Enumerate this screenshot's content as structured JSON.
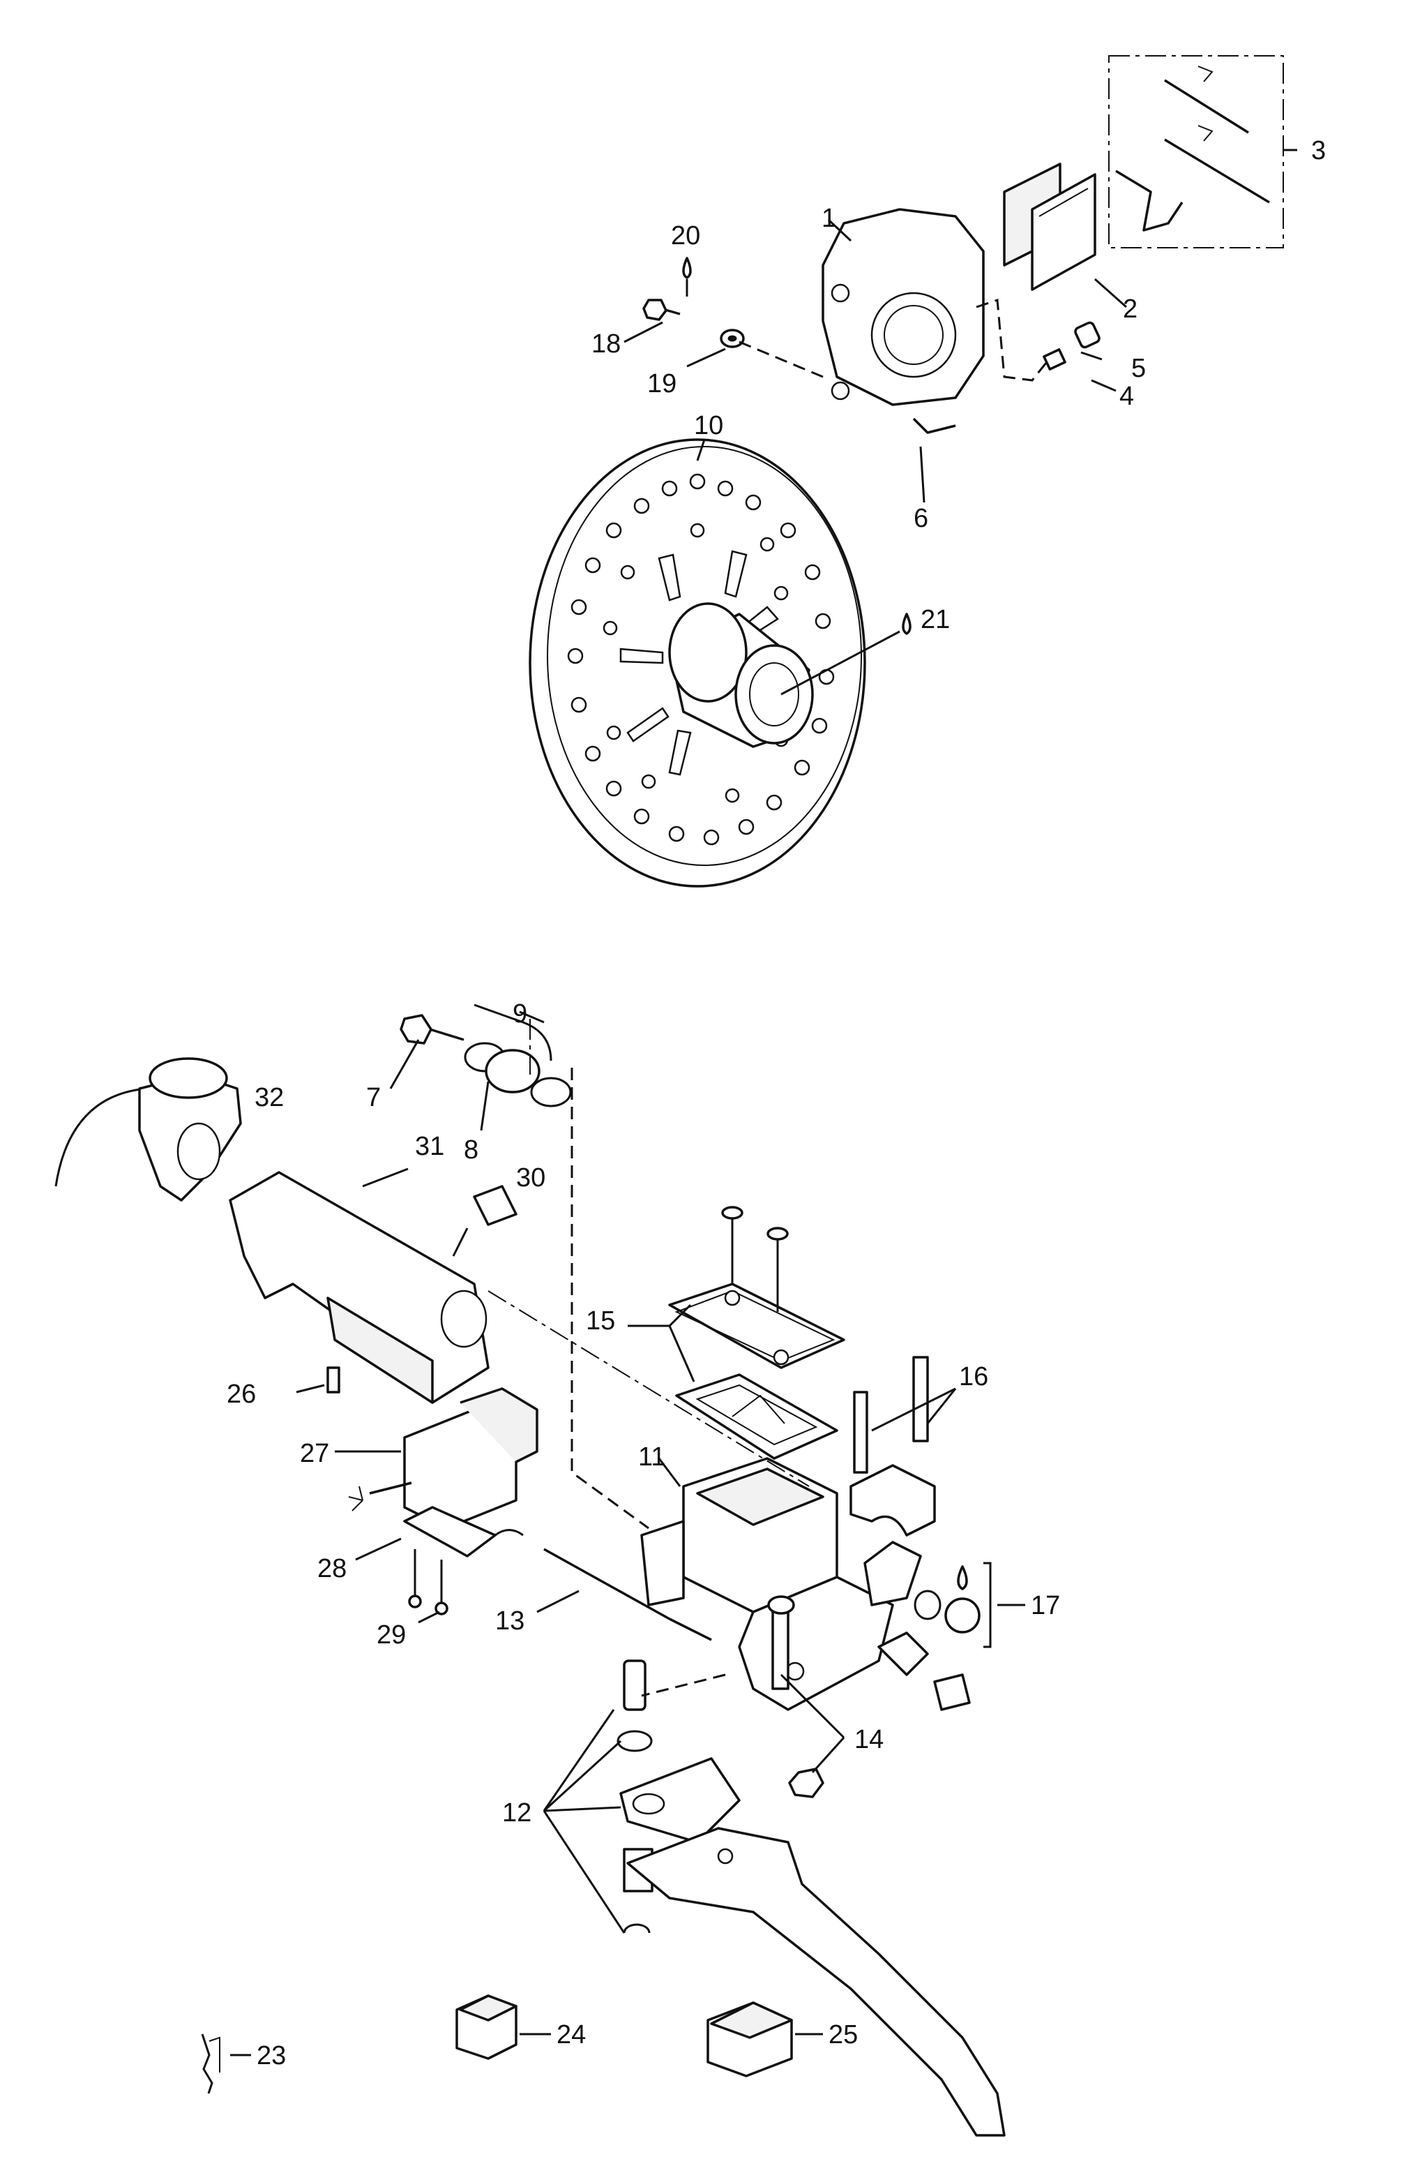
{
  "callouts": {
    "c1": "1",
    "c2": "2",
    "c3": "3",
    "c4": "4",
    "c5": "5",
    "c6": "6",
    "c7": "7",
    "c8": "8",
    "c9": "9",
    "c10": "10",
    "c11": "11",
    "c12": "12",
    "c13": "13",
    "c14": "14",
    "c15": "15",
    "c16": "16",
    "c17": "17",
    "c18": "18",
    "c19": "19",
    "c20": "20",
    "c21": "21",
    "c23": "23",
    "c24": "24",
    "c25": "25",
    "c26": "26",
    "c27": "27",
    "c28": "28",
    "c29": "29",
    "c30": "30",
    "c31": "31",
    "c32": "32"
  },
  "colors": {
    "line": "#111111",
    "background": "#ffffff"
  },
  "icons": {
    "fluid_drop": "drop-icon",
    "brake_disc": "brake-disc-icon"
  }
}
